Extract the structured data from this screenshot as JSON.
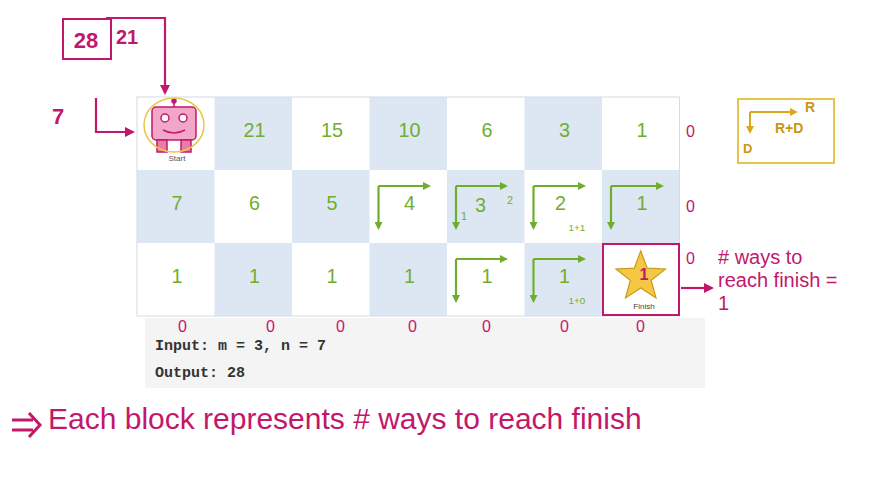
{
  "diagram": {
    "nodes": [
      {
        "text": [
          "28"
        ]
      },
      {
        "text": [
          "Start"
        ]
      },
      {
        "text": [
          "21"
        ]
      },
      {
        "text": [
          "15"
        ]
      },
      {
        "text": [
          "10"
        ]
      },
      {
        "text": [
          "6"
        ]
      },
      {
        "text": [
          "3"
        ]
      },
      {
        "text": [
          "1"
        ]
      },
      {
        "text": [
          "7"
        ]
      },
      {
        "text": [
          "6"
        ]
      },
      {
        "text": [
          "5"
        ]
      },
      {
        "text": [
          "4"
        ]
      },
      {
        "text": [
          "3",
          "1",
          "2"
        ]
      },
      {
        "text": [
          "2",
          "1+1"
        ]
      },
      {
        "text": [
          "1"
        ]
      },
      {
        "text": [
          "1"
        ]
      },
      {
        "text": [
          "1"
        ]
      },
      {
        "text": [
          "1"
        ]
      },
      {
        "text": [
          "1"
        ]
      },
      {
        "text": [
          "1"
        ]
      },
      {
        "text": [
          "1",
          "1+0"
        ]
      },
      {
        "text": [
          "1",
          "Finish"
        ]
      },
      {
        "text": [
          "R",
          "R+D",
          "D"
        ]
      },
      {
        "text": [
          "Input: m = 3, n = 7",
          "Output: 28"
        ]
      }
    ],
    "labels": [
      "21",
      "7",
      "0",
      "0",
      "0",
      "0",
      "0",
      "0",
      "0",
      "0",
      "0",
      "0",
      "# ways to reach finish = 1",
      "Each block represents # ways to reach finish"
    ]
  }
}
